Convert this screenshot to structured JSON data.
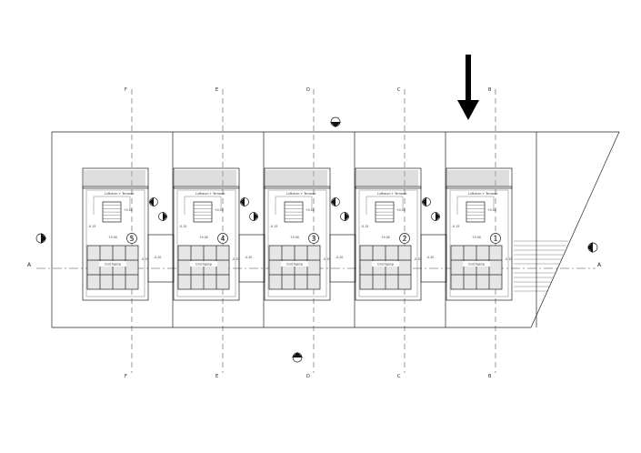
{
  "units": [
    {
      "number": "5",
      "axis": "F",
      "level_a": "+0.00",
      "level_b": "-0.15",
      "room_label": "Luftraum + Terrasse",
      "caption": "Durchgang"
    },
    {
      "number": "4",
      "axis": "E",
      "level_a": "+0.00",
      "level_b": "-0.15",
      "room_label": "Luftraum + Terrasse",
      "caption": "Durchgang"
    },
    {
      "number": "3",
      "axis": "D",
      "level_a": "+0.00",
      "level_b": "-0.15",
      "room_label": "Luftraum + Terrasse",
      "caption": "Durchgang"
    },
    {
      "number": "2",
      "axis": "C",
      "level_a": "+0.00",
      "level_b": "-0.15",
      "room_label": "Luftraum + Terrasse",
      "caption": "Durchgang"
    },
    {
      "number": "1",
      "axis": "B",
      "level_a": "+0.00",
      "level_b": "-0.15",
      "room_label": "Luftraum + Terrasse",
      "caption": "Durchgang"
    }
  ],
  "section_marks": {
    "left": "A",
    "right": "A"
  },
  "gap_levels": [
    "-0.20",
    "-0.20",
    "-0.20",
    "-0.20"
  ],
  "colors": {
    "line": "#222222",
    "fill": "#f2f2f2",
    "arrow": "#000000"
  }
}
